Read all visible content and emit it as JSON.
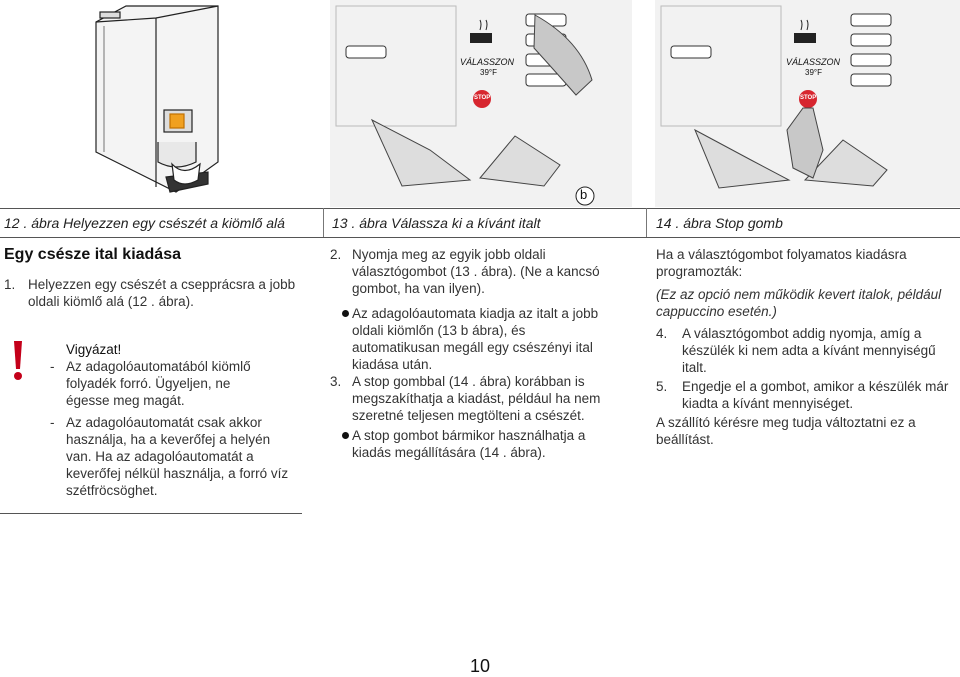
{
  "figures": {
    "fig12_caption": "12 . ábra Helyezzen egy csészét a kiömlő alá",
    "fig13_caption": "13 . ábra Válassza ki a kívánt italt",
    "fig14_caption": "14 . ábra Stop gomb",
    "fig13_label_b": "b",
    "display_word": "VÁLASSZON",
    "display_temp": "39°F",
    "stop_label": "STOP"
  },
  "left": {
    "heading": "Egy csésze ital kiadása",
    "step1_num": "1.",
    "step1_text": "Helyezzen egy csészét a csepprácsra a jobb oldali kiömlő alá (12 . ábra).",
    "warning_icon": "exclamation-icon",
    "warning_title": "Vigyázat!",
    "warn1_dash": "-",
    "warn1_text": "Az adagolóautomatából kiömlő folyadék forró. Ügyeljen, ne égesse meg magát.",
    "warn2_dash": "-",
    "warn2_text": "Az adagolóautomatát csak akkor használja, ha a keverőfej a helyén van. Ha az adagolóautomatát a keverőfej nélkül használja, a forró víz szétfröcsöghet."
  },
  "middle": {
    "step2_num": "2.",
    "step2_text": "Nyomja meg az egyik jobb oldali választógombot (13 . ábra). (Ne a kancsó gombot, ha van ilyen).",
    "bullet1_text": "Az adagolóautomata kiadja az italt a jobb oldali kiömlőn (13 b ábra), és automatikusan megáll egy csészényi ital kiadása után.",
    "step3_num": "3.",
    "step3_text": "A stop gombbal (14 . ábra) korábban is megszakíthatja a kiadást, például ha nem szeretné teljesen megtölteni a csészét.",
    "bullet2_text": "A stop gombot bármikor használhatja a kiadás megállítására (14 . ábra)."
  },
  "right": {
    "intro": "Ha a választógombot folyamatos kiadásra programozták:",
    "note": "(Ez az opció nem működik kevert italok, például cappuccino esetén.)",
    "step4_num": "4.",
    "step4_text": "A választógombot addig nyomja, amíg a készülék ki nem adta a kívánt mennyiségű italt.",
    "step5_num": "5.",
    "step5_text": "Engedje el a gombot, amikor a készülék már kiadta a kívánt mennyiséget.",
    "closing": "A szállító kérésre meg tudja változtatni ez a beállítást."
  },
  "page_number": "10"
}
